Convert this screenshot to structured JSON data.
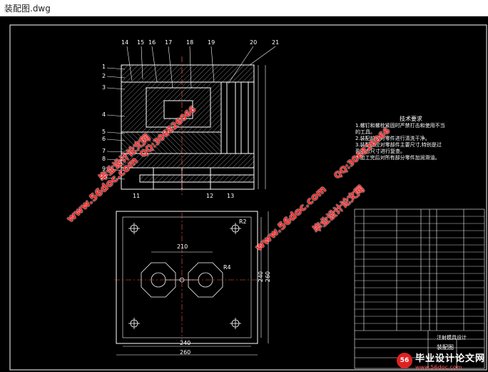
{
  "window": {
    "title": "装配图.dwg"
  },
  "drawing": {
    "part_numbers_top": [
      "14",
      "15",
      "16",
      "17",
      "18",
      "19",
      "20",
      "21"
    ],
    "part_numbers_left": [
      "1",
      "2",
      "3",
      "4",
      "5",
      "6",
      "7",
      "8",
      "9",
      "10"
    ],
    "part_numbers_bottom": [
      "11",
      "12",
      "13"
    ],
    "dims_bottom": [
      "240",
      "260"
    ],
    "dims_right": [
      "240",
      "260"
    ],
    "dim_top": "210",
    "dim_r2": "R2",
    "dim_r4": "R4",
    "tech_title": "技术要求",
    "tech_lines": [
      "1.螺钉和螺栓紧固时严禁打击和使用不当",
      "的工具。",
      "2.装配前应对零件进行清洗干净。",
      "3.装配前应对零部件主要尺寸,特别是过",
      "盈配合尺寸进行复查。",
      "4.加工完后对所有部分零件加润滑油。"
    ],
    "title_block_name": "装配图",
    "title_block_sub": "注射模具设计"
  },
  "watermarks": {
    "site": "www.56doc.com",
    "qq": "QQ:306826066",
    "brand": "毕业设计论文网"
  },
  "footer_brand": {
    "logo": "56",
    "name": "毕业设计论文网",
    "url": "www.56doc.com"
  },
  "colors": {
    "canvas_bg": "#000000",
    "line": "#ffffff",
    "watermark": "#ff2a2a",
    "hatch": "#9a9a9a"
  }
}
